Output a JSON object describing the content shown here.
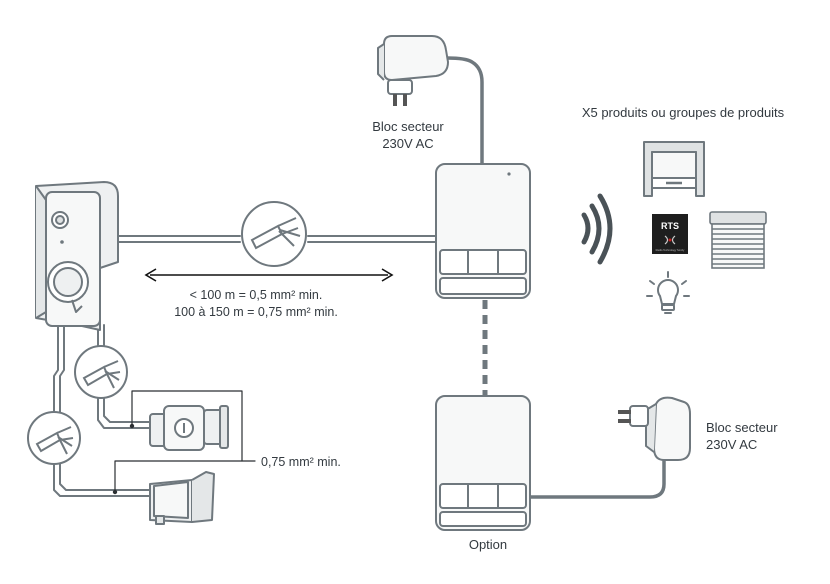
{
  "labels": {
    "adapter_top_line1": "Bloc secteur",
    "adapter_top_line2": "230V AC",
    "products_title": "X5 produits ou groupes de produits",
    "rts_badge": "RTS",
    "rts_subtext": "Radio Technology Somfy",
    "distance_line1": "< 100 m = 0,5 mm² min.",
    "distance_line2": "100 à 150 m = 0,75 mm² min.",
    "small_cable": "0,75 mm² min.",
    "adapter_right_line1": "Bloc secteur",
    "adapter_right_line2": "230V AC",
    "option": "Option"
  },
  "colors": {
    "line": "#6f787e",
    "device_fill": "#f7f8f8",
    "text": "#333a40",
    "dark": "#222222"
  },
  "icons": [
    "doorbell-camera-icon",
    "receiver-unit-icon",
    "power-adapter-icon",
    "cable-cross-section-icon",
    "electric-lock-icon",
    "gate-motor-icon",
    "radio-waves-icon",
    "garage-door-icon",
    "rts-logo-icon",
    "rolling-shutter-icon",
    "light-bulb-icon"
  ]
}
